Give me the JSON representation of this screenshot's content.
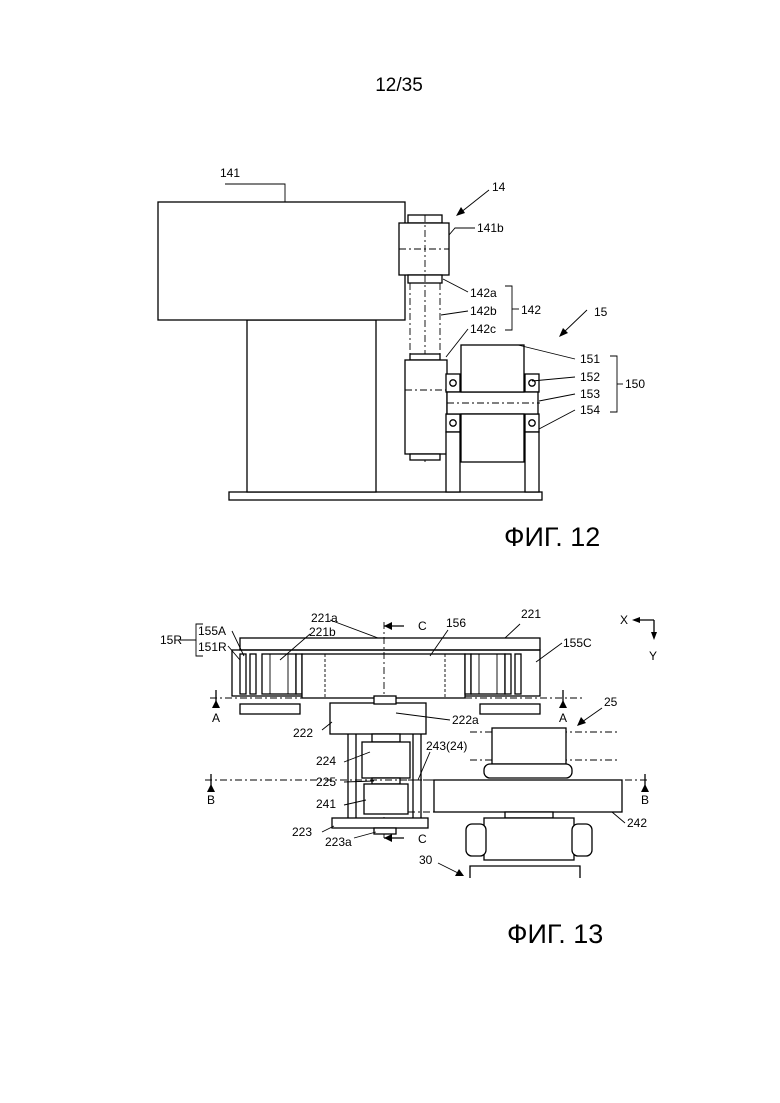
{
  "page_number": "12/35",
  "figures": [
    {
      "caption": "ФИГ. 12",
      "labels": {
        "l141": "141",
        "l14": "14",
        "l141b": "141b",
        "l142a": "142a",
        "l142b": "142b",
        "l142c": "142c",
        "l142": "142",
        "l15": "15",
        "l151": "151",
        "l152": "152",
        "l153": "153",
        "l154": "154",
        "l150": "150"
      }
    },
    {
      "caption": "ФИГ. 13",
      "labels": {
        "l15R": "15R",
        "l155A": "155A",
        "l151R": "151R",
        "l221a": "221a",
        "l221b": "221b",
        "lC1": "C",
        "l156": "156",
        "l221": "221",
        "l155C": "155C",
        "lX": "X",
        "lY": "Y",
        "lA1": "A",
        "lA2": "A",
        "l222": "222",
        "l222a": "222a",
        "l25": "25",
        "l224": "224",
        "l225": "225",
        "l24324": "243(24)",
        "lB1": "B",
        "lB2": "B",
        "l241": "241",
        "l242": "242",
        "l223": "223",
        "l223a": "223a",
        "lC2": "C",
        "l30": "30"
      }
    }
  ]
}
